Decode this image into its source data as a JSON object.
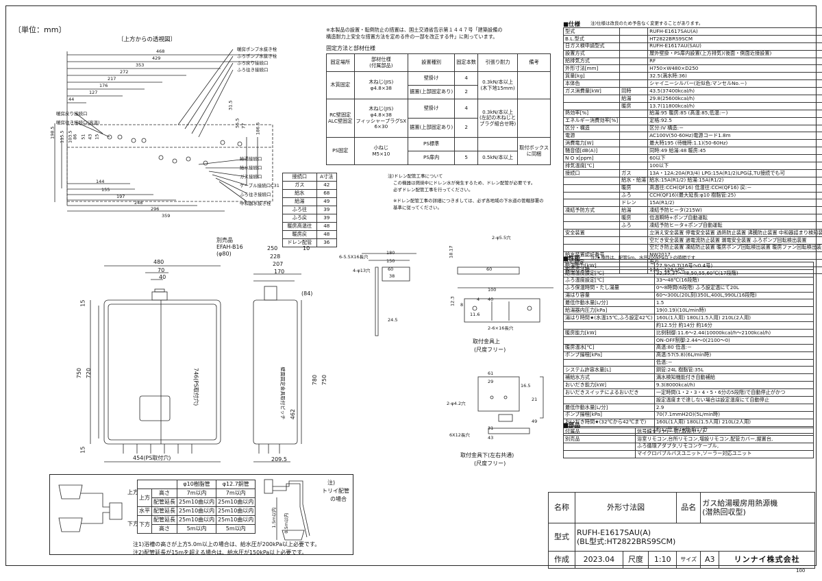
{
  "unit_label": "〔単位：mm〕",
  "top_view_label": "〔上方からの透視図〕",
  "top_dims": [
    "468",
    "429",
    "353",
    "272",
    "217",
    "176",
    "127",
    "44"
  ],
  "left_labels": [
    "暖房戻り接続口",
    "暖房往き接続口(高温)"
  ],
  "top_right_labels": [
    "暖房ポンプ水抜き栓",
    "ふろポンプ水抜き栓",
    "ふろ戻り接続口",
    "ふろ往き接続口"
  ],
  "bottom_right_labels": [
    "給湯接続口",
    "給水接続口",
    "ガス接続口",
    "ケーブル接続口C31",
    "ふろ往き接続口",
    "中和器水抜き栓"
  ],
  "bottom_dims": [
    "144",
    "155",
    "197",
    "248",
    "296",
    "359"
  ],
  "left_vdims": [
    "198.5",
    "115.5",
    "103.5",
    "86",
    "51",
    "43",
    "15"
  ],
  "right_vdims": [
    "31.5",
    "55.5",
    "77",
    "186.5"
  ],
  "notice": [
    "※本製品の設置・転倒防止の措置は、国土交通省告示第１４４７号「建築設備の",
    "構造耐力上安全な措置方法を定める件の一部を改正する件」に則っています。"
  ],
  "fix_title": "固定方法と部材仕様",
  "fix_headers": [
    "固定場所",
    "部材仕様\n(付属部品)",
    "設置種別",
    "固定本数",
    "引張り耐力",
    "備考"
  ],
  "fix_rows": [
    [
      "木質固定",
      "木ねじ(JIS)\nφ4.8×38",
      "壁掛け",
      "4",
      "0.3kN/本以上\n(木下地15mm)",
      ""
    ],
    [
      "",
      "",
      "据置(上部固定あり)",
      "2",
      "",
      ""
    ],
    [
      "RC壁固定\nALC壁固定",
      "木ねじ(JIS)\nφ4.8×38\nフィッシャープラグSX\n6×30",
      "壁掛け",
      "4",
      "0.3kN/本以上\n(左記の木ねじと\nプラグ組合せ時)",
      ""
    ],
    [
      "",
      "",
      "据置(上部固定あり)",
      "2",
      "",
      ""
    ],
    [
      "PS固定",
      "小ねじ\nM5×10",
      "PS標準",
      "",
      "",
      "取付ボックス\nに同梱"
    ],
    [
      "",
      "",
      "PS扉内",
      "5",
      "0.5kN/本以上",
      ""
    ]
  ],
  "conn_headers": [
    "接続口",
    "A寸法"
  ],
  "conn_rows": [
    [
      "ガス",
      "42"
    ],
    [
      "給水",
      "68"
    ],
    [
      "給湯",
      "49"
    ],
    [
      "ふろ往",
      "39"
    ],
    [
      "ふろ戻",
      "39"
    ],
    [
      "暖房高温往",
      "48"
    ],
    [
      "暖房戻",
      "48"
    ],
    [
      "ドレン配管",
      "36"
    ]
  ],
  "drain_note": [
    "注)ドレン配管工事について",
    "この機器は燃焼中にドレン水が発生するため、ドレン配管が必要です。",
    "必ずドレン配管工事を行ってください。",
    "",
    "※ドレン配管工事の詳細につきましては、必ず各地域の下水道の管轄部署の",
    "基準に従ってください。"
  ],
  "front": {
    "dims_top": [
      "480",
      "70",
      "40"
    ],
    "dims_left": [
      "15",
      "750",
      "720",
      "15"
    ],
    "bottom": "454(PS取付穴)",
    "ps_hole": "746(PS取付穴)"
  },
  "option": {
    "label": "別売品",
    "model": "EFAH-B16",
    "size": "(φ80)"
  },
  "side": {
    "dims_top": [
      "250",
      "228",
      "207",
      "170",
      "10"
    ],
    "h": [
      "780",
      "750"
    ],
    "d": [
      "462"
    ],
    "bottom": "209.5",
    "h84": "(84)",
    "vlabel": "壁面固定金具取付ピッチ"
  },
  "bracket_top": {
    "label": "6-5.5X16長穴",
    "hole": "4-φ13穴",
    "dims": [
      "180",
      "150",
      "60",
      "38",
      "100",
      "40",
      "4",
      "24.5"
    ],
    "holes2": "2-φ5.5穴",
    "holes6": "2-6×16長穴",
    "dimsv": [
      "18.17",
      "12.3",
      "11.6",
      "8",
      "60"
    ]
  },
  "bracket_top_caption": [
    "取付金具上",
    "(尺度フリー)"
  ],
  "bracket_bot": {
    "dims": [
      "61",
      "29",
      "16.5",
      "21",
      "31",
      "43",
      "49"
    ],
    "hole": "2-φ4.2穴",
    "slot": "6X12長穴"
  },
  "bracket_bot_caption": [
    "取付金具下(左右共通)",
    "(尺度フリー)"
  ],
  "pipe_table": {
    "headers": [
      "",
      "",
      "φ10樹脂管",
      "φ12.7銅管"
    ],
    "rows": [
      [
        "上方",
        "高さ",
        "7m以内",
        "7m以内"
      ],
      [
        "",
        "配管延長",
        "25m10曲以内",
        "25m10曲以内"
      ],
      [
        "水平",
        "配管延長",
        "25m10曲以内",
        "25m10曲以内"
      ],
      [
        "下方",
        "配管延長",
        "25m10曲以内",
        "25m10曲以内"
      ],
      [
        "",
        "高さ",
        "5m以内",
        "5m以内"
      ]
    ],
    "side_labels": [
      "上方",
      "下方"
    ]
  },
  "pipe_notes": [
    "注1)浴槽の高さが上方5.0m以上の場合は、給水圧が200kPa以上必要です。",
    "注2)配管延長が15mを超える場合は、給水圧が150kPa以上必要です。"
  ],
  "torii_note": [
    "注)",
    "トリイ配管",
    "の場合"
  ],
  "torii_dims": [
    "1.5m以内",
    "0.5m以内"
  ],
  "spec_title": "■仕様",
  "spec_note": "注)仕様は改良のため予告なく変更することがあります。",
  "spec_rows": [
    [
      "型式",
      "",
      "RUFH-E1617SAU(A)"
    ],
    [
      "B.L.型式",
      "",
      "HT2822BRS9SCM"
    ],
    [
      "日ガス検申請型式",
      "",
      "RUFH-E1617AU(SAU)"
    ],
    [
      "設置方式",
      "",
      "屋外壁掛・PS扉内設置(上方排気)(後面・側面近接設置)"
    ],
    [
      "給排気方式",
      "",
      "RF"
    ],
    [
      "外形寸法[mm]",
      "",
      "H750×W480×D250"
    ],
    [
      "質量[kg]",
      "",
      "32.5(満水時:36)"
    ],
    [
      "本体色",
      "",
      "シャイニーシルバー(近似色:マンセルNo.－)"
    ],
    [
      "ガス消費量[kW]",
      "同時",
      "43.5(37400kcal/h)"
    ],
    [
      "",
      "給湯",
      "29.8(25600kcal/h)"
    ],
    [
      "",
      "暖房",
      "13.7(11800kcal/h)"
    ],
    [
      "熱効率[%]",
      "",
      "給湯:95 暖房:85 (高温:85,低温:－)"
    ],
    [
      "エネルギー消費効率[%]",
      "",
      "定格:92.5"
    ],
    [
      "区分・構造",
      "",
      "区分:IV 構造:－"
    ],
    [
      "電源",
      "",
      "AC100V(50-60Hz)電源コード1.8m"
    ],
    [
      "消費電力[W]",
      "",
      "最大時195 (待機時:1.1)(50-60Hz)"
    ],
    [
      "騒音値[dB(A)]",
      "",
      "同時:49 給湯:48 暖房:45"
    ],
    [
      "N O x[ppm]",
      "",
      "60以下"
    ],
    [
      "排気温度[℃]",
      "",
      "100以下"
    ],
    [
      "接続口",
      "ガス",
      "13A・12A:20A(R3/4) LPG:15A(R1/2)LPGは,TU接続でも可"
    ],
    [
      "",
      "給水・給湯",
      "給水:15A(R1/2) 給湯:15A(R1/2)"
    ],
    [
      "",
      "暖房",
      "高温往:CCH(QF16) 低温往:CCH(QF16) 戻:－"
    ],
    [
      "",
      "ふろ",
      "CCH(QF16)(最大延長:φ10 樹脂管:25)"
    ],
    [
      "",
      "ドレン",
      "15A(R1/2)"
    ],
    [
      "凍結予防方式",
      "給湯",
      "凍結予防ヒータ(215W)"
    ],
    [
      "",
      "暖房",
      "低温瞬時+ポンプ自動運転"
    ],
    [
      "",
      "ふろ",
      "凍結予防ヒータ+ポンプ自動運転"
    ],
    [
      "安全装置",
      "",
      "立消え安全装置 停電安全装置 過熱防止装置 沸騰防止装置 中和器詰まり検知装置"
    ],
    [
      "",
      "",
      "空だき安全装置 過電流防止装置 漏電安全装置 ふろポンプ回転検出装置"
    ],
    [
      "",
      "",
      "空だき防止装置 凍結防止装置 暖房ポンプ回転検出装置 暖房ファン回転検出装置"
    ],
    [
      "給水装置認証番号",
      "",
      "NW2017"
    ],
    [
      "B.L.認定",
      "",
      "有り"
    ],
    [
      "製造ガス種",
      "",
      "13A・12A,LPG"
    ]
  ],
  "perf_title": "■性能",
  "perf_note": "注)★項目は、配管5m、水圧200kPa以上の時間です",
  "perf_rows": [
    [
      "給湯能力[kW]",
      "27.9～0.7(16号～0.4号)"
    ],
    [
      "給湯温度設定[℃]",
      "32,35,37～48,50,55,60℃(17段階)"
    ],
    [
      "ふろ温度設定[℃]",
      "33～48℃(16段階)"
    ],
    [
      "ふろ保温時間・たし湯量",
      "0～8時間(6段階) ふろ設定温にて20L"
    ],
    [
      "湯はり容量",
      "60～300L(20L刻)350L,400L,990L(16段階)"
    ],
    [
      "最低作動水量[L/分]",
      "1.5"
    ],
    [
      "給湯器内圧力[kPa]",
      "19(0.19)(10L/min時)"
    ],
    [
      "湯はり時間★(水温15℃,ふろ設定42℃)",
      "160L(1人用) 180L(1.5人用) 210L(2人用)"
    ],
    [
      "",
      "約12.5分 約14分 約16分"
    ],
    [
      "暖房能力[kW]",
      "比例制御:11.6～2.44(10000kcal/h～2100kcal/h)"
    ],
    [
      "",
      "ON-OFF制御:2.44～0(2100～0)"
    ],
    [
      "暖房温水[℃]",
      "高温:80 低温:－"
    ],
    [
      "ポンプ揚程[kPa]",
      "高温:57(5.8)(6L/min時)"
    ],
    [
      "",
      "低温:－"
    ],
    [
      "システム許容水量[L]",
      "銅管:24L 樹脂管:35L"
    ],
    [
      "補給水方式",
      "満水検知機能付き自動補給"
    ],
    [
      "おいだき能力[kW]",
      "9.3(8000kcal/h)"
    ],
    [
      "おいだきスイッチによるおいだき",
      "一定時間(1・2・3・4・5・6分の5段階)で自動停止がかつ"
    ],
    [
      "",
      "設定温度まで達しない場合は設定温度にて自動停止"
    ],
    [
      "最低作動水量[L/分]",
      "2.9"
    ],
    [
      "ポンプ揚程[kPa]",
      "70(7.1mmH2O)(5L/min時)"
    ],
    [
      "おいだき時間★(32℃から42℃まで)",
      "160L(1人用) 180L(1.5人用) 210L(2人用)"
    ],
    [
      "",
      "約12分 約14分 約17分"
    ]
  ],
  "parts_title": "■部品",
  "parts_rows": [
    [
      "付属品",
      "信号線セット(一式),取説セット"
    ],
    [
      "別売品",
      "浴室リモコン,台所リモコン,増設リモコン,配管カバー,据置台,"
    ],
    [
      "",
      "ふろ循環アダプタ,リモコンケーブル,"
    ],
    [
      "",
      "マイクロバブルバスユニット,ソーラー対応ユニット"
    ]
  ],
  "title_block": {
    "name_label": "名称",
    "name": "外形寸法図",
    "product_label": "品名",
    "product": [
      "ガス給湯暖房用熱源機",
      "(潜熱回収型)"
    ],
    "model_label": "型式",
    "model": [
      "RUFH-E1617SAU(A)",
      "(BL型式:HT2822BRS9SCM)"
    ],
    "made_label": "作成",
    "date": "2023.04",
    "scale_label": "尺度",
    "scale": "1:10",
    "size_label": "サイズ",
    "size": "A3",
    "company": "リンナイ株式会社"
  },
  "page_no": "100"
}
